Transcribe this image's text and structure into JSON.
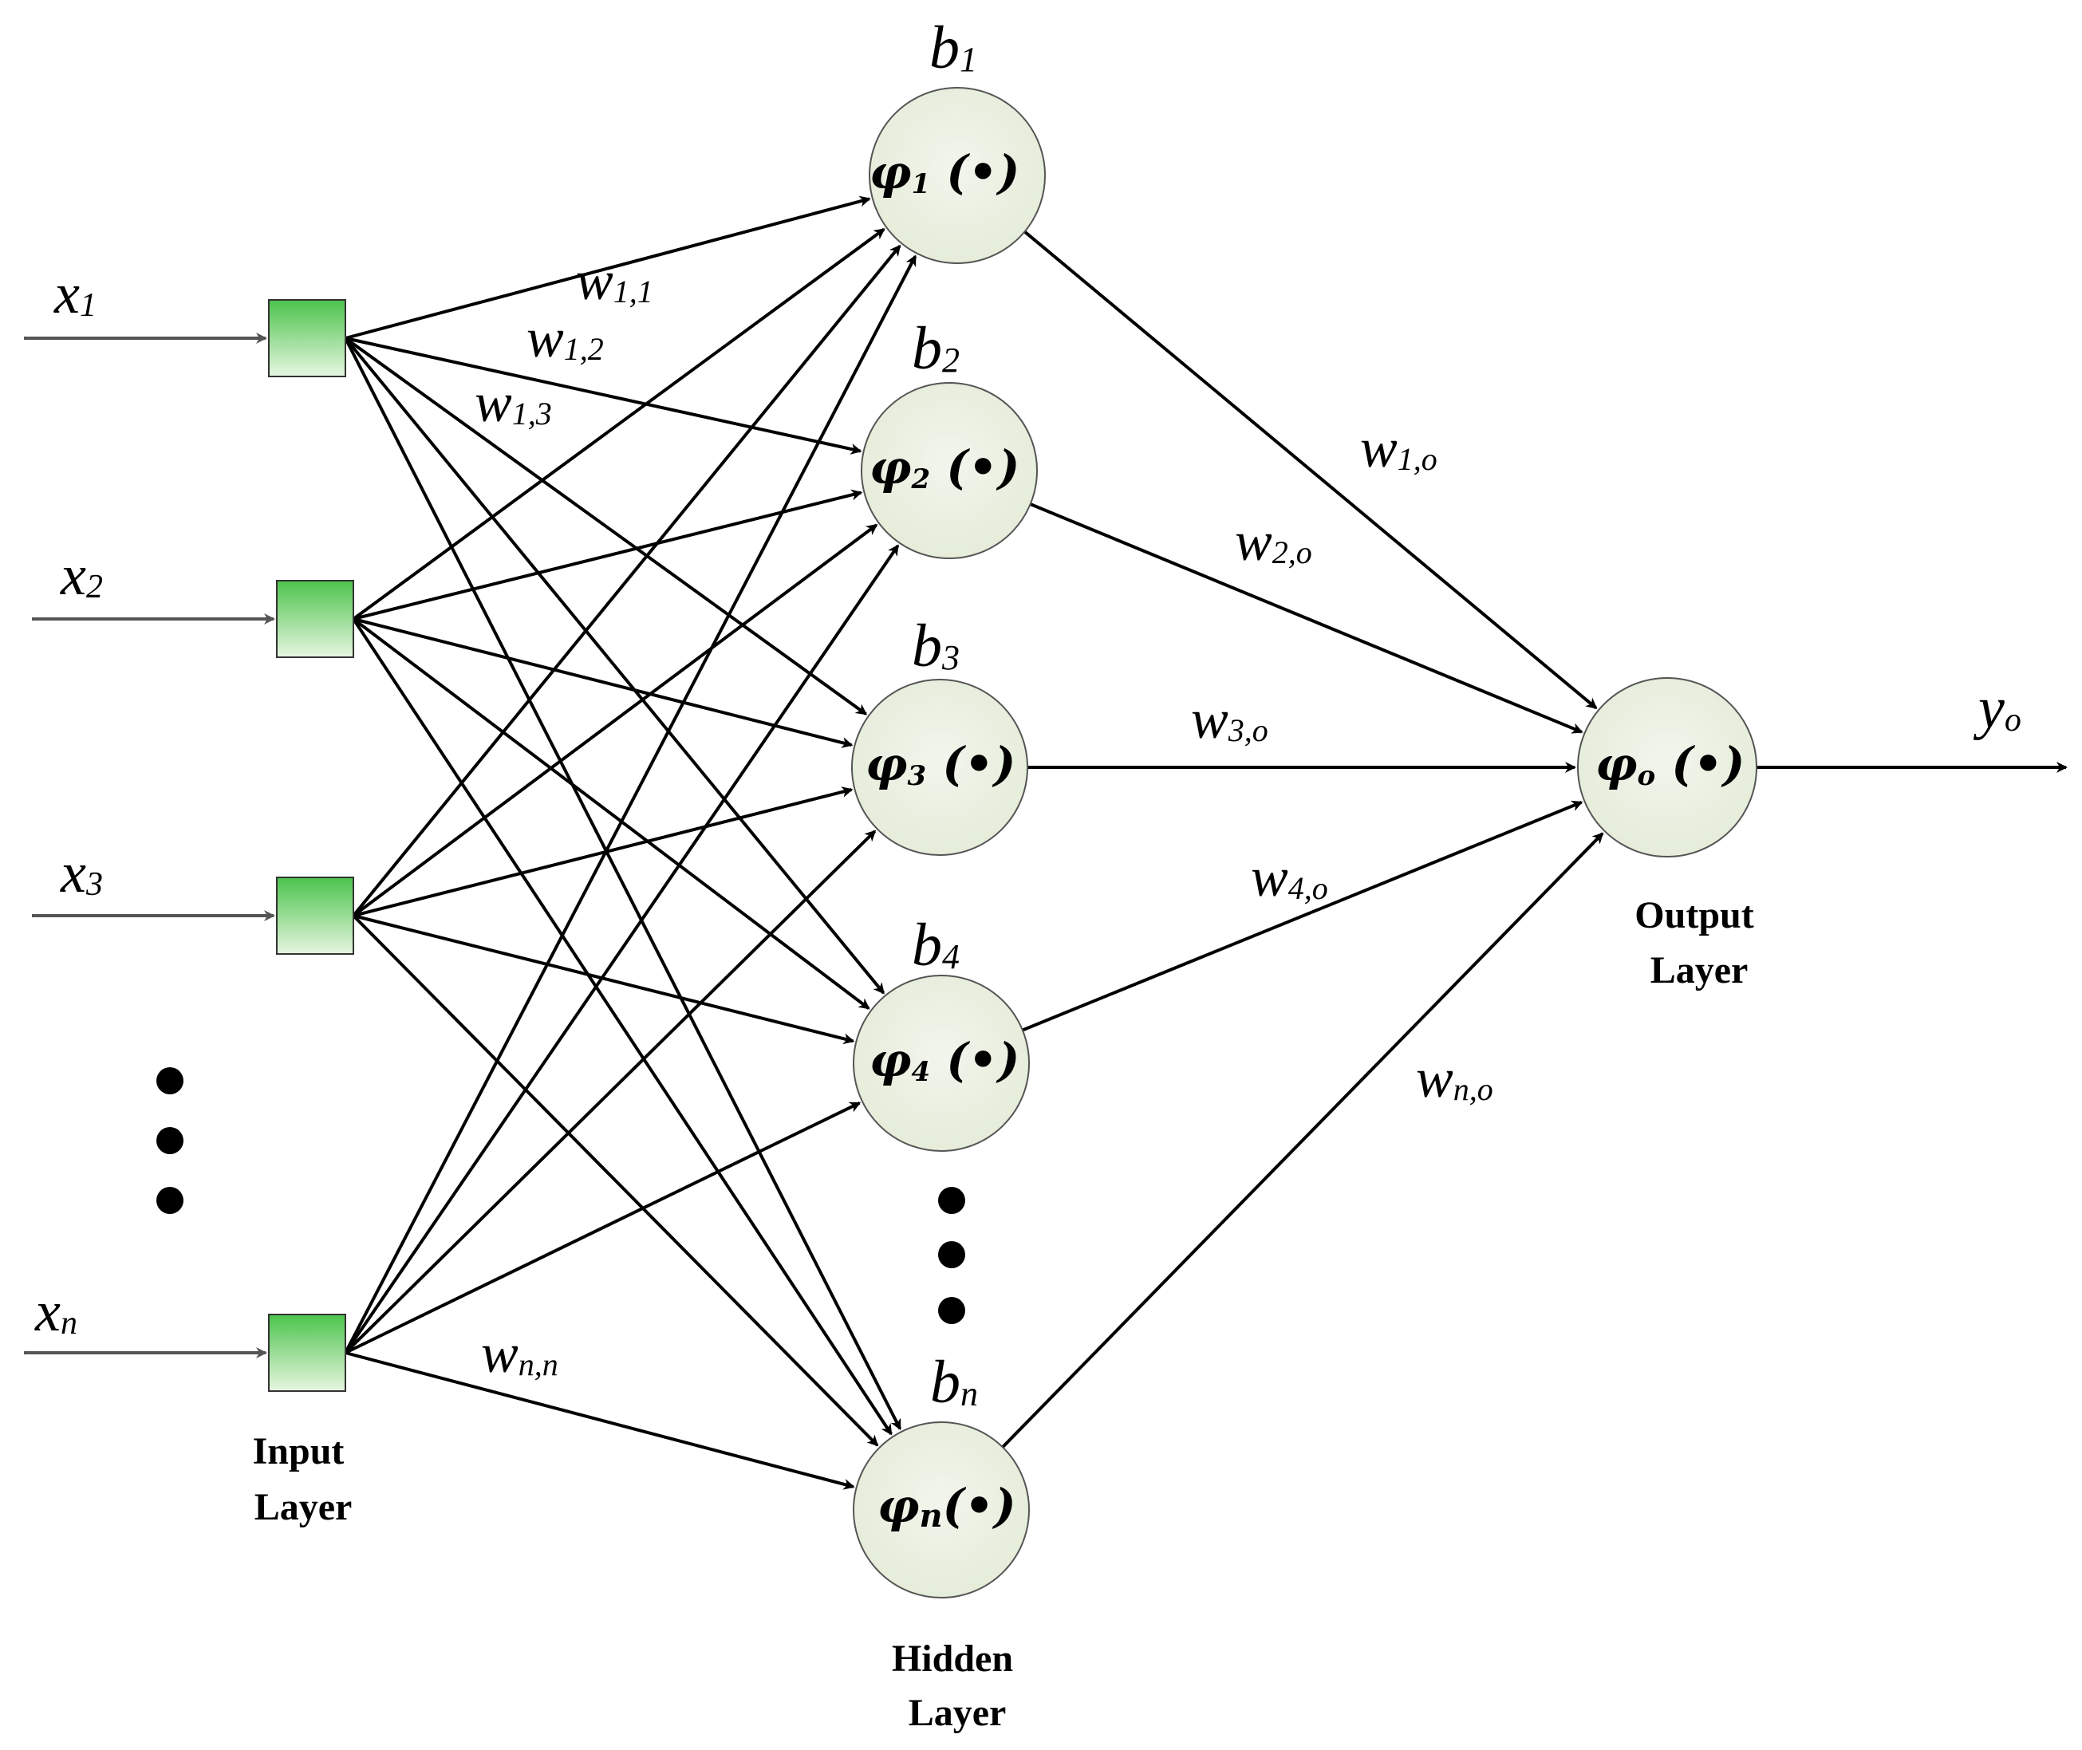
{
  "diagram": {
    "inputs": [
      {
        "main": "x",
        "sub": "1"
      },
      {
        "main": "x",
        "sub": "2"
      },
      {
        "main": "x",
        "sub": "3"
      },
      {
        "main": "x",
        "sub": "n"
      }
    ],
    "input_layer_label": [
      "Input",
      "Layer"
    ],
    "hidden": [
      {
        "bias_main": "b",
        "bias_sub": "1",
        "phi": "φ",
        "phi_sub": "1",
        "suffix": " (•)"
      },
      {
        "bias_main": "b",
        "bias_sub": "2",
        "phi": "φ",
        "phi_sub": "2",
        "suffix": " (•)"
      },
      {
        "bias_main": "b",
        "bias_sub": "3",
        "phi": "φ",
        "phi_sub": "3",
        "suffix": "  (•)"
      },
      {
        "bias_main": "b",
        "bias_sub": "4",
        "phi": "φ",
        "phi_sub": "4",
        "suffix": " (•)"
      },
      {
        "bias_main": "b",
        "bias_sub": "n",
        "phi": "φ",
        "phi_sub": "n",
        "suffix": "(•)"
      }
    ],
    "hidden_layer_label": [
      "Hidden",
      "Layer"
    ],
    "output": {
      "phi": "φ",
      "phi_sub": "o",
      "suffix": " (•)"
    },
    "output_layer_label": [
      "Output",
      "Layer"
    ],
    "output_var": {
      "main": "y",
      "sub": "o"
    },
    "input_weights": [
      {
        "main": "w",
        "sub": "1,1"
      },
      {
        "main": "w",
        "sub": "1,2"
      },
      {
        "main": "w",
        "sub": "1,3"
      },
      {
        "main": "w",
        "sub": "n,n"
      }
    ],
    "output_weights": [
      {
        "main": "w",
        "sub": "1,o"
      },
      {
        "main": "w",
        "sub": "2,o"
      },
      {
        "main": "w",
        "sub": "3,o"
      },
      {
        "main": "w",
        "sub": "4,o"
      },
      {
        "main": "w",
        "sub": "n,o"
      }
    ],
    "colors": {
      "input_node_top": "#4cc34c",
      "input_node_bottom": "#e6f6e0",
      "hidden_node_fill": "#e4ecd8",
      "line": "#000000",
      "input_arrow": "#555555"
    }
  }
}
